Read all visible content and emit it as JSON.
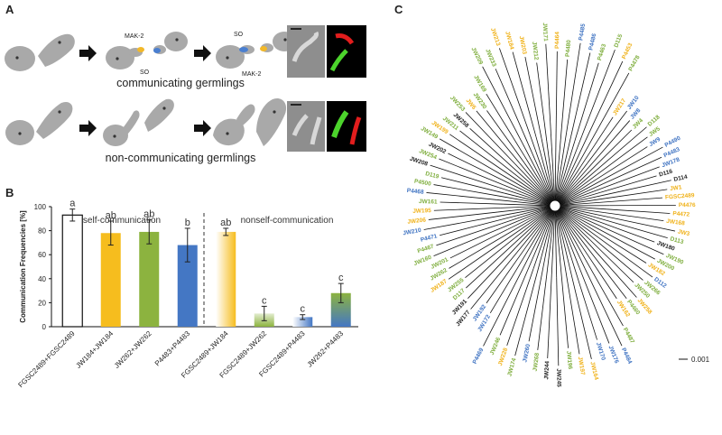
{
  "panels": {
    "a": "A",
    "b": "B",
    "c": "C"
  },
  "panel_a": {
    "top_caption": "communicating germlings",
    "bottom_caption": "non-communicating germlings",
    "labels": {
      "mak2_first": "MAK-2",
      "so_first": "SO",
      "so_second": "SO",
      "mak2_second": "MAK-2"
    }
  },
  "chart_data": {
    "type": "bar",
    "ylabel": "Communication Frequencies [%]",
    "ylim": [
      0,
      100
    ],
    "yticks": [
      0,
      20,
      40,
      60,
      80,
      100
    ],
    "section_labels": [
      "self-communication",
      "nonself-communication"
    ],
    "categories": [
      "FGSC2489+FGSC2489",
      "JW184+JW184",
      "JW262+JW262",
      "P4483+P4483",
      "FGSC2489+JW184",
      "FGSC2489+JW262",
      "FGSC2489+P4483",
      "JW262+P4483"
    ],
    "values": [
      93,
      78,
      79,
      68,
      79,
      11,
      8,
      28
    ],
    "errors": [
      5,
      10,
      10,
      14,
      3,
      6,
      2,
      8
    ],
    "significance": [
      "a",
      "ab",
      "ab",
      "b",
      "ab",
      "c",
      "c",
      "c"
    ],
    "colors": {
      "white": "#ffffff",
      "yellow": "#f6bd1e",
      "green": "#8cb33f",
      "blue": "#4477c4"
    }
  },
  "panel_c": {
    "scale_label": "0.001",
    "tips": [
      {
        "t": "JW180",
        "c": "k"
      },
      {
        "t": "JW190",
        "c": "g"
      },
      {
        "t": "JW200",
        "c": "g"
      },
      {
        "t": "JW182",
        "c": "o"
      },
      {
        "t": "D112",
        "c": "b"
      },
      {
        "t": "JW266",
        "c": "g"
      },
      {
        "t": "JW250",
        "c": "g"
      },
      {
        "t": "JW258",
        "c": "o"
      },
      {
        "t": "P4460",
        "c": "g"
      },
      {
        "t": "JW162",
        "c": "o"
      },
      {
        "t": "P4487",
        "c": "g"
      },
      {
        "t": "P4484",
        "c": "b"
      },
      {
        "t": "JW176",
        "c": "b"
      },
      {
        "t": "JW170",
        "c": "b"
      },
      {
        "t": "JW164",
        "c": "o"
      },
      {
        "t": "JW197",
        "c": "o"
      },
      {
        "t": "JW196",
        "c": "g"
      },
      {
        "t": "JW245",
        "c": "k"
      },
      {
        "t": "JW244",
        "c": "k"
      },
      {
        "t": "JW268",
        "c": "g"
      },
      {
        "t": "JW260",
        "c": "b"
      },
      {
        "t": "JW174",
        "c": "g"
      },
      {
        "t": "JW228",
        "c": "o"
      },
      {
        "t": "JW246",
        "c": "g"
      },
      {
        "t": "P4469",
        "c": "b"
      },
      {
        "t": "JW172",
        "c": "b"
      },
      {
        "t": "JW192",
        "c": "b"
      },
      {
        "t": "JW177",
        "c": "k"
      },
      {
        "t": "JW191",
        "c": "k"
      },
      {
        "t": "D117",
        "c": "g"
      },
      {
        "t": "JW255",
        "c": "g"
      },
      {
        "t": "JW187",
        "c": "o"
      },
      {
        "t": "JW262",
        "c": "g"
      },
      {
        "t": "JW201",
        "c": "g"
      },
      {
        "t": "JW160",
        "c": "g"
      },
      {
        "t": "P4467",
        "c": "g"
      },
      {
        "t": "P4471",
        "c": "b"
      },
      {
        "t": "JW210",
        "c": "b"
      },
      {
        "t": "JW206",
        "c": "o"
      },
      {
        "t": "JW195",
        "c": "o"
      },
      {
        "t": "JW161",
        "c": "g"
      },
      {
        "t": "P4468",
        "c": "b"
      },
      {
        "t": "P4500",
        "c": "g"
      },
      {
        "t": "D119",
        "c": "g"
      },
      {
        "t": "JW208",
        "c": "k"
      },
      {
        "t": "JW254",
        "c": "g"
      },
      {
        "t": "JW202",
        "c": "k"
      },
      {
        "t": "JW149",
        "c": "g"
      },
      {
        "t": "JW199",
        "c": "o"
      },
      {
        "t": "JW211",
        "c": "g"
      },
      {
        "t": "JW258",
        "c": "k"
      },
      {
        "t": "JW253",
        "c": "g"
      },
      {
        "t": "JW6",
        "c": "o"
      },
      {
        "t": "JW230",
        "c": "g"
      },
      {
        "t": "JW169",
        "c": "g"
      },
      {
        "t": "JW209",
        "c": "g"
      },
      {
        "t": "JW233",
        "c": "g"
      },
      {
        "t": "JW213",
        "c": "o"
      },
      {
        "t": "JW184",
        "c": "o"
      },
      {
        "t": "JW203",
        "c": "o"
      },
      {
        "t": "JW212",
        "c": "g"
      },
      {
        "t": "JW171",
        "c": "g"
      },
      {
        "t": "P4464",
        "c": "o"
      },
      {
        "t": "P4480",
        "c": "g"
      },
      {
        "t": "P4485",
        "c": "b"
      },
      {
        "t": "P4486",
        "c": "b"
      },
      {
        "t": "P4463",
        "c": "g"
      },
      {
        "t": "D115",
        "c": "g"
      },
      {
        "t": "P4453",
        "c": "o"
      },
      {
        "t": "P4478",
        "c": "g"
      },
      {
        "t": "JW217",
        "c": "o"
      },
      {
        "t": "JW10",
        "c": "b"
      },
      {
        "t": "JW8",
        "c": "b"
      },
      {
        "t": "JW4",
        "c": "g"
      },
      {
        "t": "D118",
        "c": "g"
      },
      {
        "t": "JW5",
        "c": "g"
      },
      {
        "t": "JW9",
        "c": "b"
      },
      {
        "t": "P4490",
        "c": "b"
      },
      {
        "t": "P4483",
        "c": "b"
      },
      {
        "t": "JW178",
        "c": "b"
      },
      {
        "t": "D116",
        "c": "k"
      },
      {
        "t": "D114",
        "c": "k"
      },
      {
        "t": "JW1",
        "c": "o"
      },
      {
        "t": "FGSC2489",
        "c": "o"
      },
      {
        "t": "P4476",
        "c": "o"
      },
      {
        "t": "P4472",
        "c": "o"
      },
      {
        "t": "JW168",
        "c": "o"
      },
      {
        "t": "JW3",
        "c": "o"
      },
      {
        "t": "D113",
        "c": "g"
      }
    ]
  }
}
